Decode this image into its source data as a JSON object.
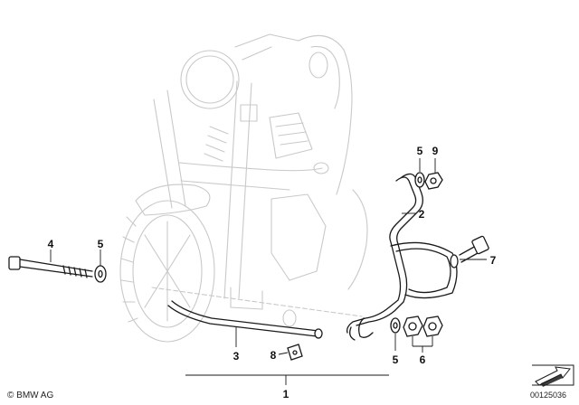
{
  "callouts": {
    "c1": "1",
    "c2": "2",
    "c3": "3",
    "c4": "4",
    "c5_left": "5",
    "c5_top": "5",
    "c5_bottom": "5",
    "c6": "6",
    "c7": "7",
    "c8": "8",
    "c9": "9"
  },
  "footer": {
    "copyright": "© BMW AG",
    "document_id": "00125036"
  }
}
